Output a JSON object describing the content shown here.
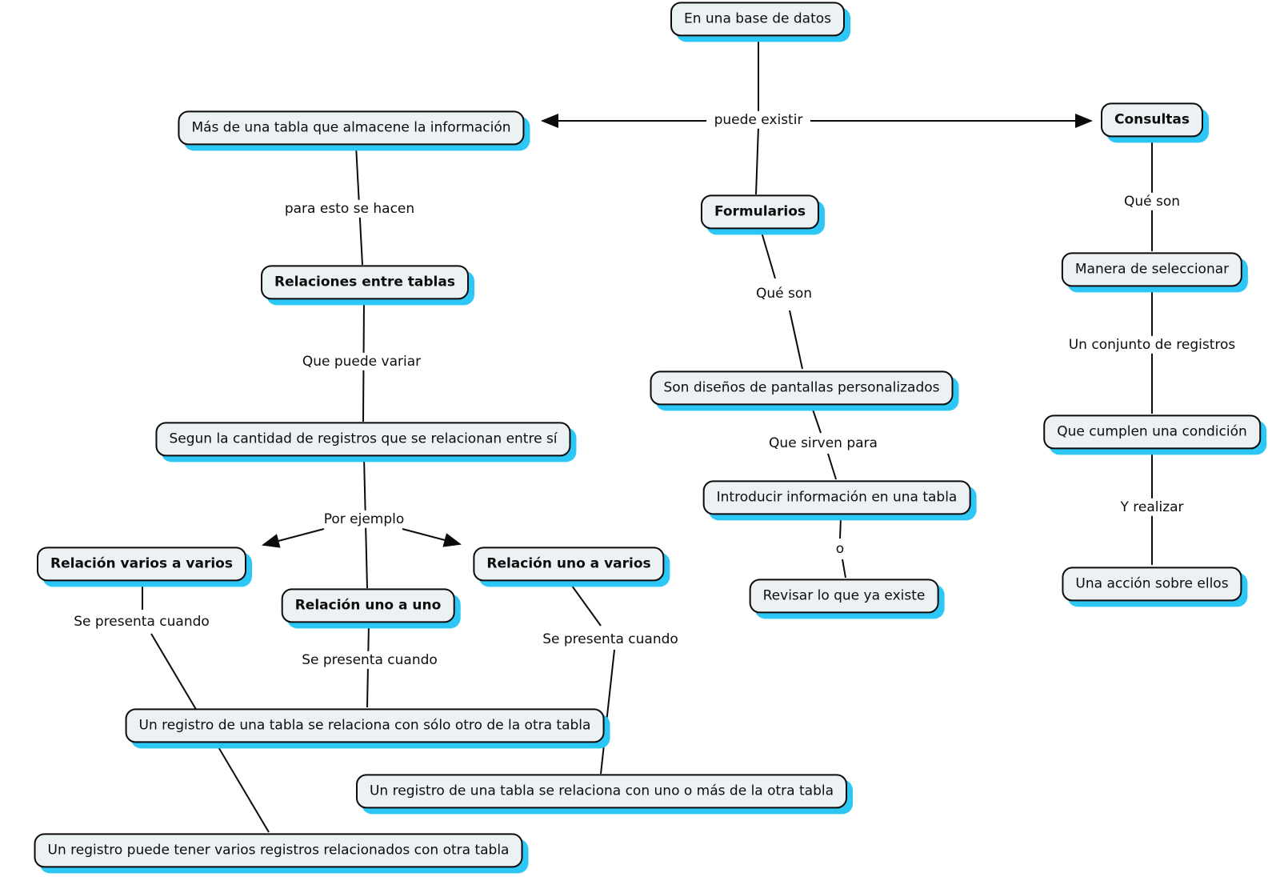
{
  "diagram": {
    "type": "concept-map",
    "root_concept": "En una base de datos",
    "colors": {
      "background": "#ffffff",
      "node_fill": "#ecf1f4",
      "node_border": "#0b0b0b",
      "node_shadow": "#2cc7f5",
      "line": "#0b0b0b",
      "text": "#0d0d0d",
      "label_background": "#ffffff"
    },
    "nodes": {
      "en_base": {
        "label": "En una base de datos",
        "bold": false
      },
      "mas_tabla": {
        "label": "Más de una tabla que almacene la información",
        "bold": false
      },
      "consultas": {
        "label": "Consultas",
        "bold": true
      },
      "formularios": {
        "label": "Formularios",
        "bold": true
      },
      "relaciones": {
        "label": "Relaciones entre tablas",
        "bold": true
      },
      "segun": {
        "label": "Segun la cantidad de registros que se relacionan entre sí",
        "bold": false
      },
      "varios_varios": {
        "label": "Relación varios a varios",
        "bold": true
      },
      "uno_uno": {
        "label": "Relación uno a uno",
        "bold": true
      },
      "uno_varios": {
        "label": "Relación uno a varios",
        "bold": true
      },
      "solo_otro": {
        "label": "Un registro de una tabla se relaciona con sólo otro de la otra tabla",
        "bold": false
      },
      "uno_mas": {
        "label": "Un registro de una tabla se relaciona con uno o más de la otra tabla",
        "bold": false
      },
      "varios_registros": {
        "label": "Un registro puede tener varios registros relacionados con otra tabla",
        "bold": false
      },
      "son_disenos": {
        "label": "Son diseños de pantallas personalizados",
        "bold": false
      },
      "introducir": {
        "label": "Introducir información en una tabla",
        "bold": false
      },
      "revisar": {
        "label": "Revisar lo que ya existe",
        "bold": false
      },
      "manera": {
        "label": "Manera de seleccionar",
        "bold": false
      },
      "condicion": {
        "label": "Que cumplen una condición",
        "bold": false
      },
      "accion": {
        "label": "Una acción sobre ellos",
        "bold": false
      }
    },
    "edge_labels": {
      "puede_existir": {
        "text": "puede existir"
      },
      "para_esto": {
        "text": "para esto se hacen"
      },
      "variar": {
        "text": "Que puede variar"
      },
      "por_ejemplo": {
        "text": "Por ejemplo"
      },
      "sp1": {
        "text": "Se presenta cuando"
      },
      "sp2": {
        "text": "Se presenta cuando"
      },
      "sp3": {
        "text": "Se presenta cuando"
      },
      "que_son_form": {
        "text": "Qué son"
      },
      "sirven": {
        "text": "Que sirven para"
      },
      "o": {
        "text": "o"
      },
      "que_son_cons": {
        "text": "Qué son"
      },
      "conjunto": {
        "text": "Un conjunto de registros"
      },
      "y_realizar": {
        "text": "Y realizar"
      }
    }
  }
}
